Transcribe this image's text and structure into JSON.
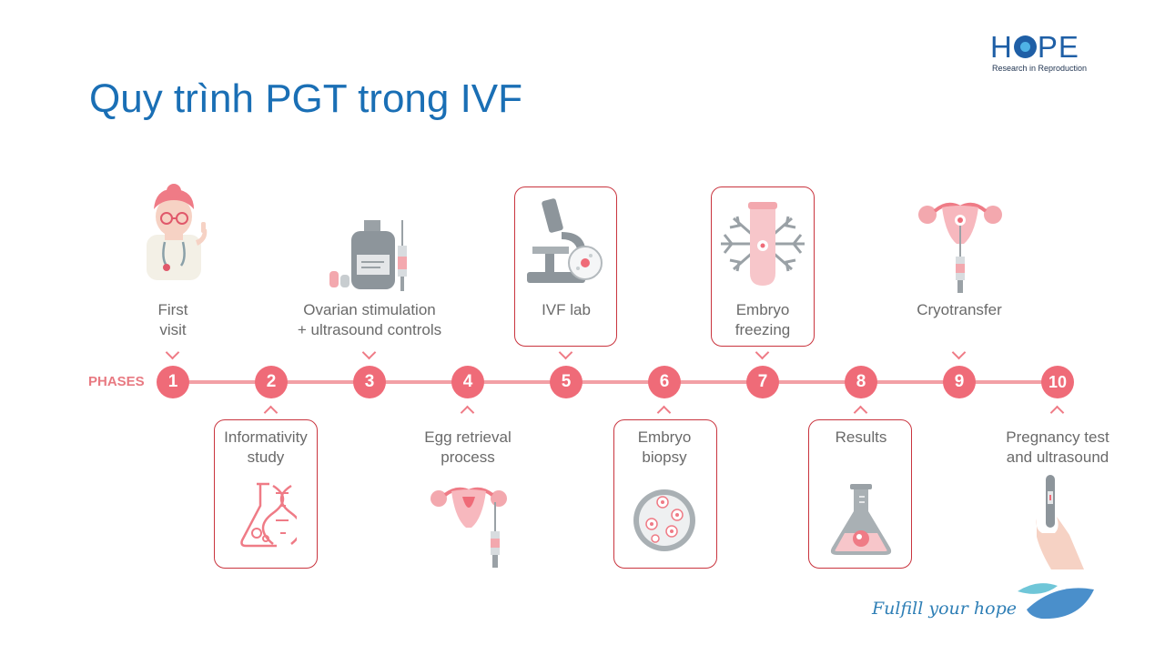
{
  "title": "Quy trình PGT trong IVF",
  "logo": {
    "word_left": "H",
    "word_right": "PE",
    "subtitle": "Research in Reproduction"
  },
  "timeline_label": "PHASES",
  "phases": [
    {
      "number": "1",
      "label_line1": "First",
      "label_line2": "visit",
      "icon": "doctor-icon"
    },
    {
      "number": "2",
      "label_line1": "Informativity",
      "label_line2": "study",
      "icon": "dna-flask-icon"
    },
    {
      "number": "3",
      "label_line1": "Ovarian stimulation",
      "label_line2": "+ ultrasound controls",
      "icon": "medication-syringe-icon"
    },
    {
      "number": "4",
      "label_line1": "Egg retrieval",
      "label_line2": "process",
      "icon": "uterus-syringe-icon"
    },
    {
      "number": "5",
      "label_line1": "IVF lab",
      "label_line2": "",
      "icon": "microscope-icon"
    },
    {
      "number": "6",
      "label_line1": "Embryo",
      "label_line2": "biopsy",
      "icon": "petri-dish-icon"
    },
    {
      "number": "7",
      "label_line1": "Embryo",
      "label_line2": "freezing",
      "icon": "snowflake-tube-icon"
    },
    {
      "number": "8",
      "label_line1": "Results",
      "label_line2": "",
      "icon": "flask-embryo-icon"
    },
    {
      "number": "9",
      "label_line1": "Cryotransfer",
      "label_line2": "",
      "icon": "uterus-catheter-icon"
    },
    {
      "number": "10",
      "label_line1": "Pregnancy test",
      "label_line2": "and ultrasound",
      "icon": "pregnancy-test-icon"
    }
  ],
  "tagline": "Fulfill your hope",
  "colors": {
    "title": "#1a6fb5",
    "accent": "#ef6b78",
    "box_border": "#c9343e",
    "label": "#6a6a6a"
  }
}
